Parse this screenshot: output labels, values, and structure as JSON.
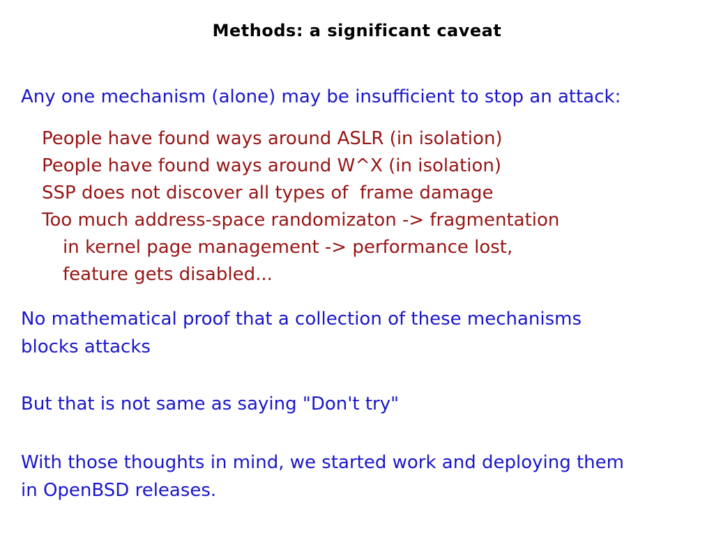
{
  "slide": {
    "title": "Methods: a significant caveat",
    "intro": "Any one mechanism (alone) may be insufficient to stop an attack:",
    "caveats": [
      {
        "text": "People have found ways around ASLR (in isolation)",
        "indent": 1
      },
      {
        "text": "People have found ways around W^X (in isolation)",
        "indent": 1
      },
      {
        "text": "SSP does not discover all types of  frame damage",
        "indent": 1
      },
      {
        "text": "Too much address-space randomizaton -> fragmentation",
        "indent": 1
      },
      {
        "text": "in kernel page management -> performance lost,",
        "indent": 2
      },
      {
        "text": "feature gets disabled...",
        "indent": 2
      }
    ],
    "paragraphs": [
      "No mathematical proof that a collection of these mechanisms\nblocks attacks",
      "But that is not same as saying \"Don't try\"",
      "With those thoughts in mind, we started work and deploying them\nin OpenBSD releases."
    ],
    "colors": {
      "title": "#000000",
      "blue": "#1a16c8",
      "red": "#971414",
      "background": "#ffffff"
    }
  }
}
